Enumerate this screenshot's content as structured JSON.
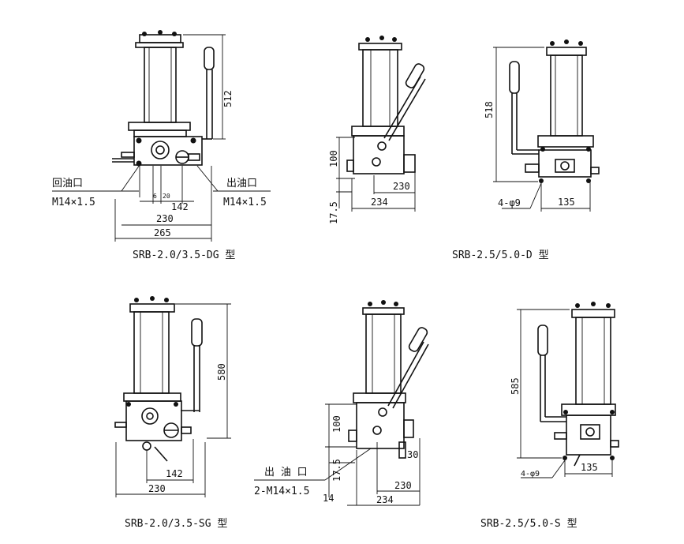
{
  "captions": {
    "dg": "SRB-2.0/3.5-DG 型",
    "d": "SRB-2.5/5.0-D 型",
    "sg": "SRB-2.0/3.5-SG 型",
    "s": "SRB-2.5/5.0-S 型"
  },
  "dg": {
    "height": "512",
    "return_port": "回油口",
    "return_thread": "M14×1.5",
    "out_port": "出油口",
    "out_thread": "M14×1.5",
    "d6": "6",
    "d20": "20",
    "d142": "142",
    "d230": "230",
    "d265": "265"
  },
  "d": {
    "height": "518",
    "holes": "4-φ9",
    "width": "135"
  },
  "side_top": {
    "h100": "100",
    "h17": "17.5",
    "w230": "230",
    "w234": "234"
  },
  "sg": {
    "height": "580",
    "w142": "142",
    "w230": "230"
  },
  "side_bottom": {
    "h100": "100",
    "h17": "17.5",
    "d30": "30",
    "d14": "14",
    "w230": "230",
    "w234": "234",
    "out_port": "出 油 口",
    "out_thread": "2-M14×1.5"
  },
  "s": {
    "height": "585",
    "holes": "4-φ9",
    "width": "135"
  }
}
